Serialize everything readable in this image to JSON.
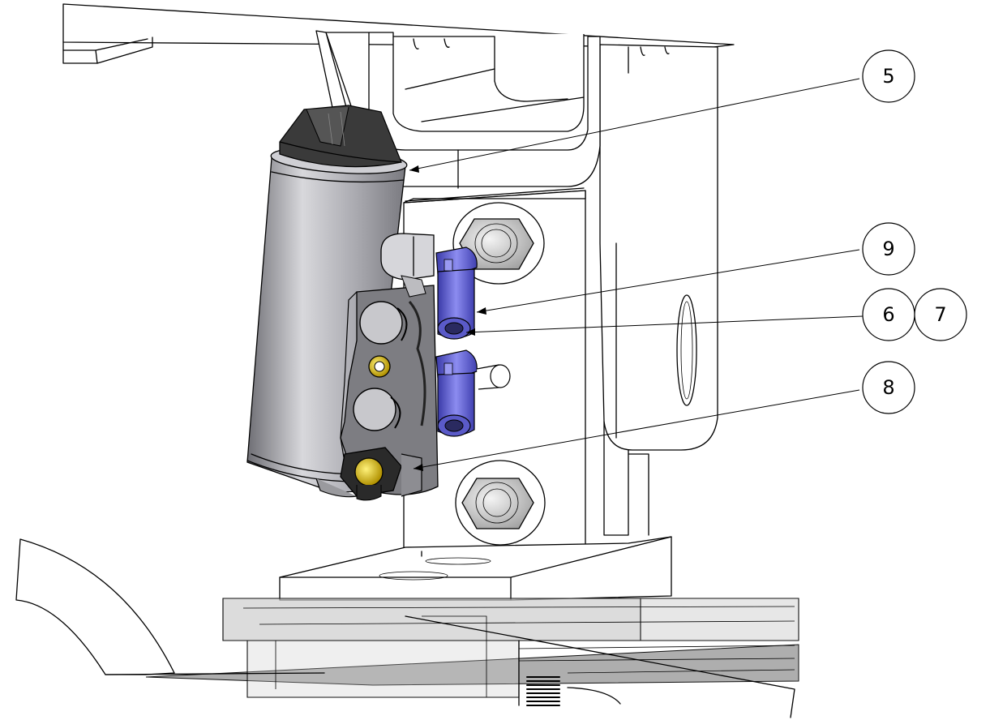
{
  "drawing": {
    "balloons": [
      {
        "id": "balloon-5",
        "label": "5"
      },
      {
        "id": "balloon-9",
        "label": "9"
      },
      {
        "id": "balloon-6",
        "label": "6"
      },
      {
        "id": "balloon-7",
        "label": "7"
      },
      {
        "id": "balloon-8",
        "label": "8"
      }
    ]
  },
  "colors": {
    "fitting_blue": "#6b6bd8",
    "cylinder_grey": "#b4b4b8",
    "screw_yellow": "#e8d020",
    "cap_dark": "#3a3a3a",
    "glass_grey": "#9a9a9a"
  }
}
